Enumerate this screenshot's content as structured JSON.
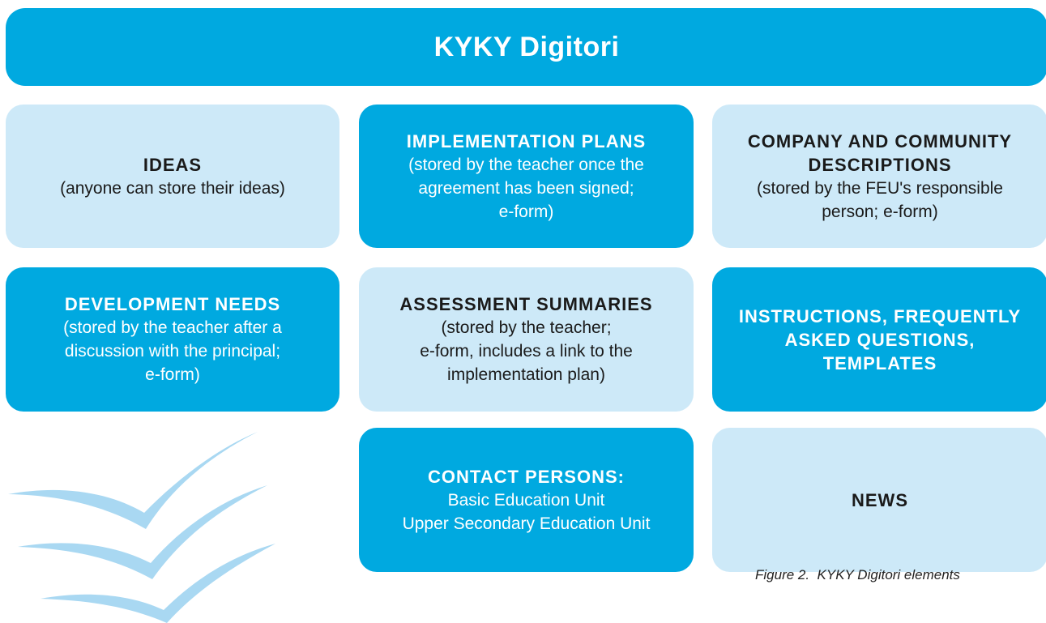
{
  "banner": {
    "title": "KYKY Digitori"
  },
  "boxes": [
    {
      "title": "IDEAS",
      "description": "(anyone can store their ideas)",
      "style": "light"
    },
    {
      "title": "IMPLEMENTATION PLANS",
      "description": "(stored by the teacher once the\nagreement has been signed;\ne-form)",
      "style": "dark"
    },
    {
      "title": "COMPANY AND COMMUNITY\nDESCRIPTIONS",
      "description": "(stored by the FEU's responsible\nperson; e-form)",
      "style": "light"
    },
    {
      "title": "DEVELOPMENT NEEDS",
      "description": "(stored by the teacher after a\ndiscussion with the principal;\ne-form)",
      "style": "dark"
    },
    {
      "title": "ASSESSMENT SUMMARIES",
      "description": "(stored by the teacher;\ne-form, includes a link to the\nimplementation plan)",
      "style": "light"
    },
    {
      "title": "INSTRUCTIONS, FREQUENTLY\nASKED QUESTIONS,\nTEMPLATES",
      "description": "",
      "style": "dark"
    },
    {
      "title": "CONTACT PERSONS:",
      "description": "Basic Education Unit\nUpper Secondary Education Unit",
      "style": "dark"
    },
    {
      "title": "NEWS",
      "description": "",
      "style": "light"
    }
  ],
  "caption": "Figure 2.  KYKY Digitori elements",
  "colors": {
    "dark_box": "#00a9e0",
    "light_box": "#cde9f8",
    "checkmark": "#a9d8f2"
  },
  "decoration": {
    "icon": "checkmarks-icon",
    "count": 3
  }
}
